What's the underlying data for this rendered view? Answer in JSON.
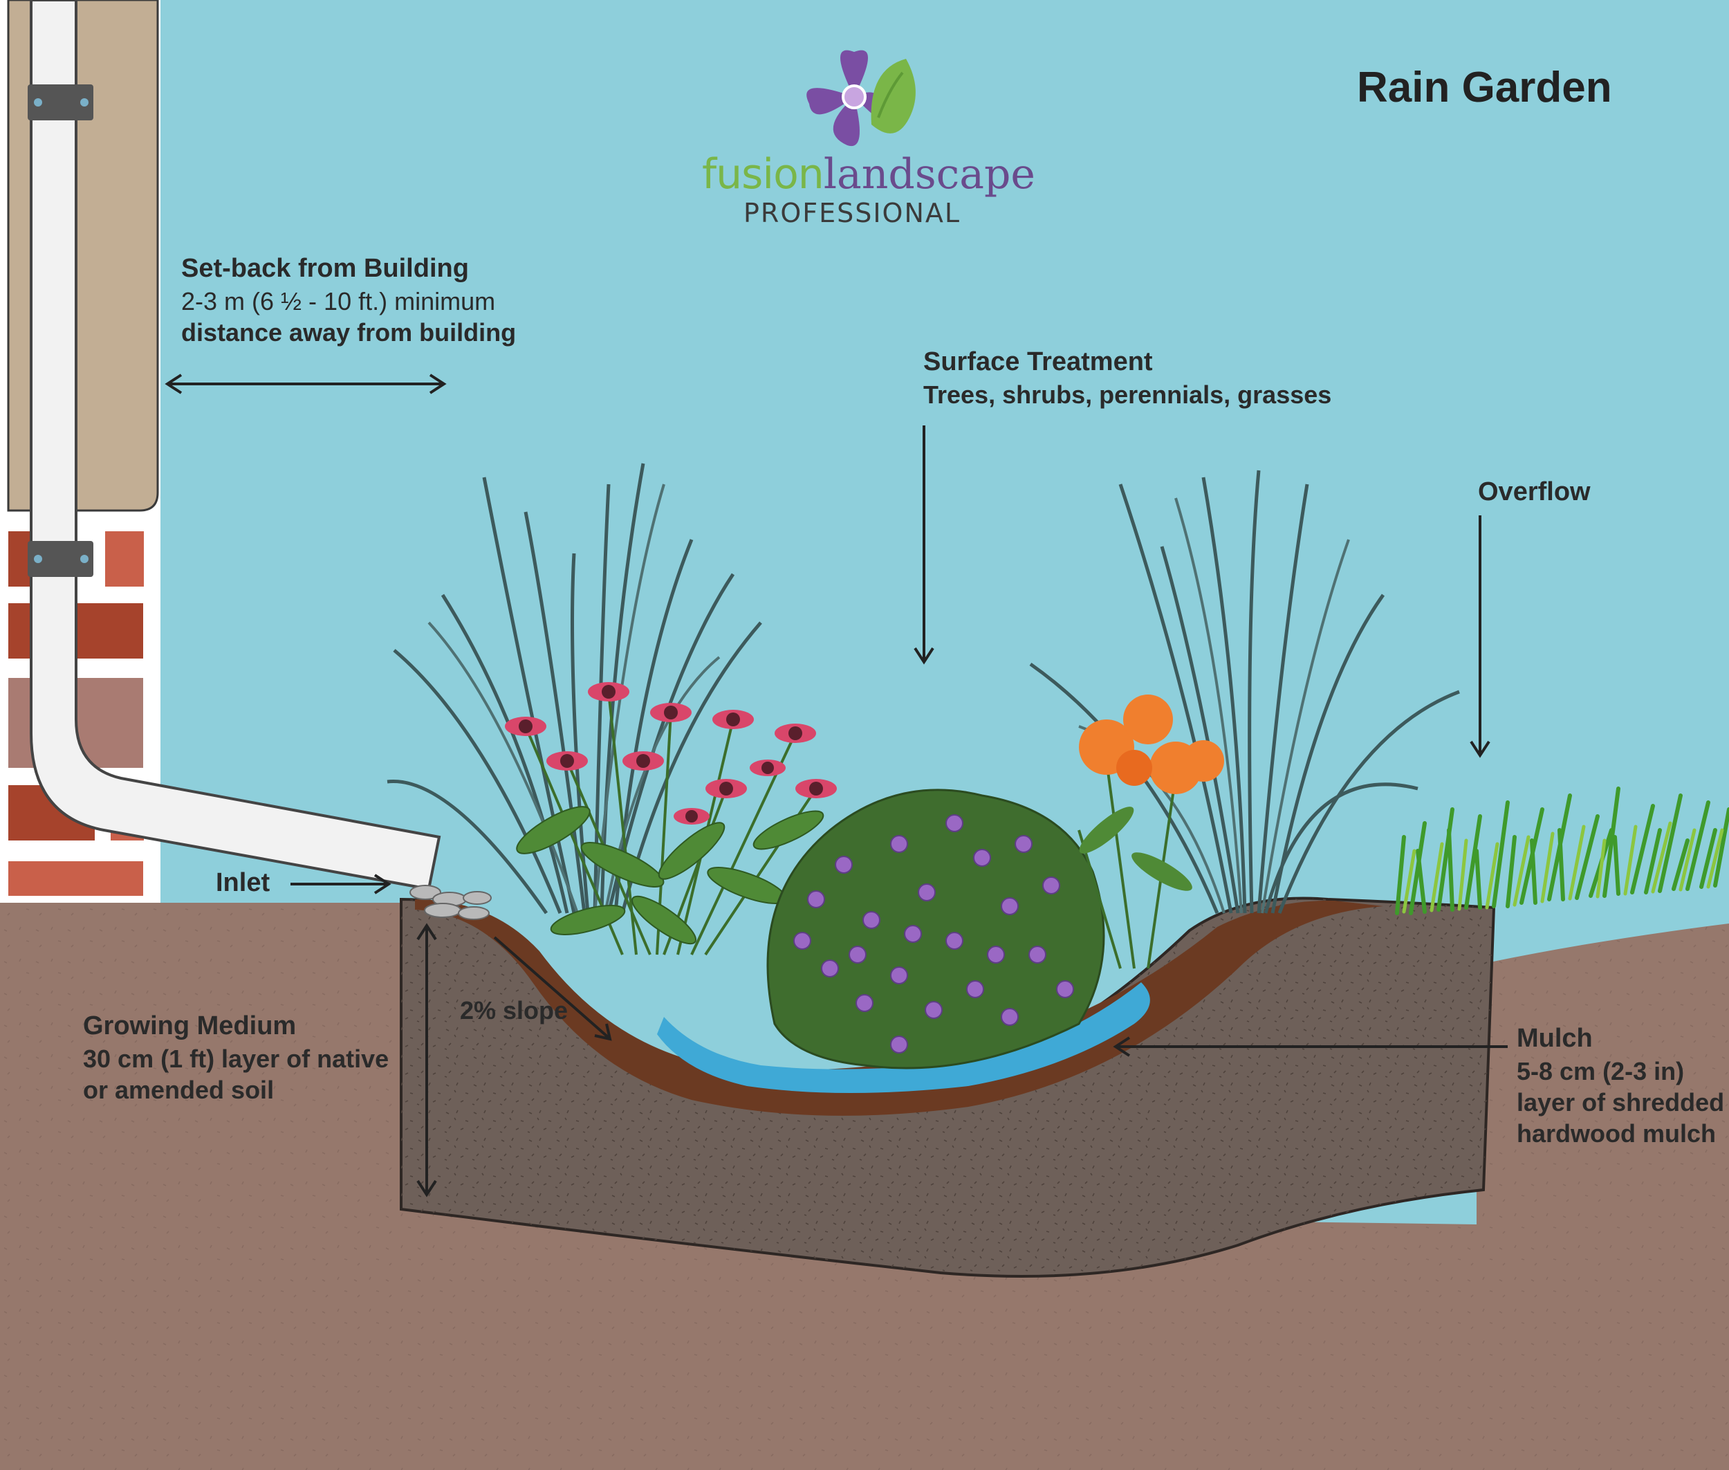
{
  "title": "Rain Garden",
  "logo": {
    "word1": "fusion",
    "word2": "landscape",
    "tagline": "PROFESSIONAL",
    "colors": {
      "green": "#7ab648",
      "purple": "#6a4b8c"
    }
  },
  "labels": {
    "setback": {
      "heading": "Set-back from Building",
      "line1": "2-3 m (6 ½ - 10 ft.) minimum",
      "line2": "distance away from building"
    },
    "surface": {
      "heading": "Surface Treatment",
      "line1": "Trees, shrubs, perennials, grasses"
    },
    "overflow": {
      "heading": "Overflow"
    },
    "inlet": {
      "heading": "Inlet"
    },
    "slope": {
      "text": "2% slope"
    },
    "growing": {
      "heading": "Growing Medium",
      "line1": "30 cm (1 ft) layer of native",
      "line2": "or amended soil"
    },
    "mulch": {
      "heading": "Mulch",
      "line1": "5-8 cm (2-3 in)",
      "line2": "layer of shredded",
      "line3": "hardwood mulch"
    }
  },
  "colors": {
    "sky": "#8ecfdb",
    "soil": "#96786c",
    "growing_medium": "#6e6059",
    "mulch": "#6b3a22",
    "water": "#3fa9d6",
    "siding": "#c2ae94",
    "brick": "#a6432c"
  }
}
